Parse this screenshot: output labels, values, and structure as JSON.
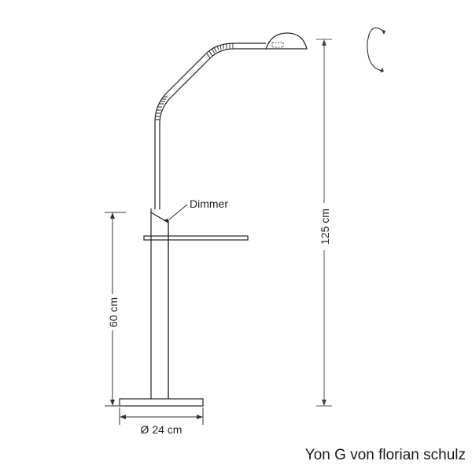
{
  "diagram": {
    "type": "technical-drawing",
    "subject": "floor lamp with side table",
    "labels": {
      "dimmer": "Dimmer",
      "base_height": "60 cm",
      "total_height": "125 cm",
      "base_diameter": "Ø  24 cm"
    },
    "caption": "Yon G von florian schulz",
    "colors": {
      "line": "#222222",
      "dim_line": "#555555",
      "background": "#ffffff"
    }
  }
}
